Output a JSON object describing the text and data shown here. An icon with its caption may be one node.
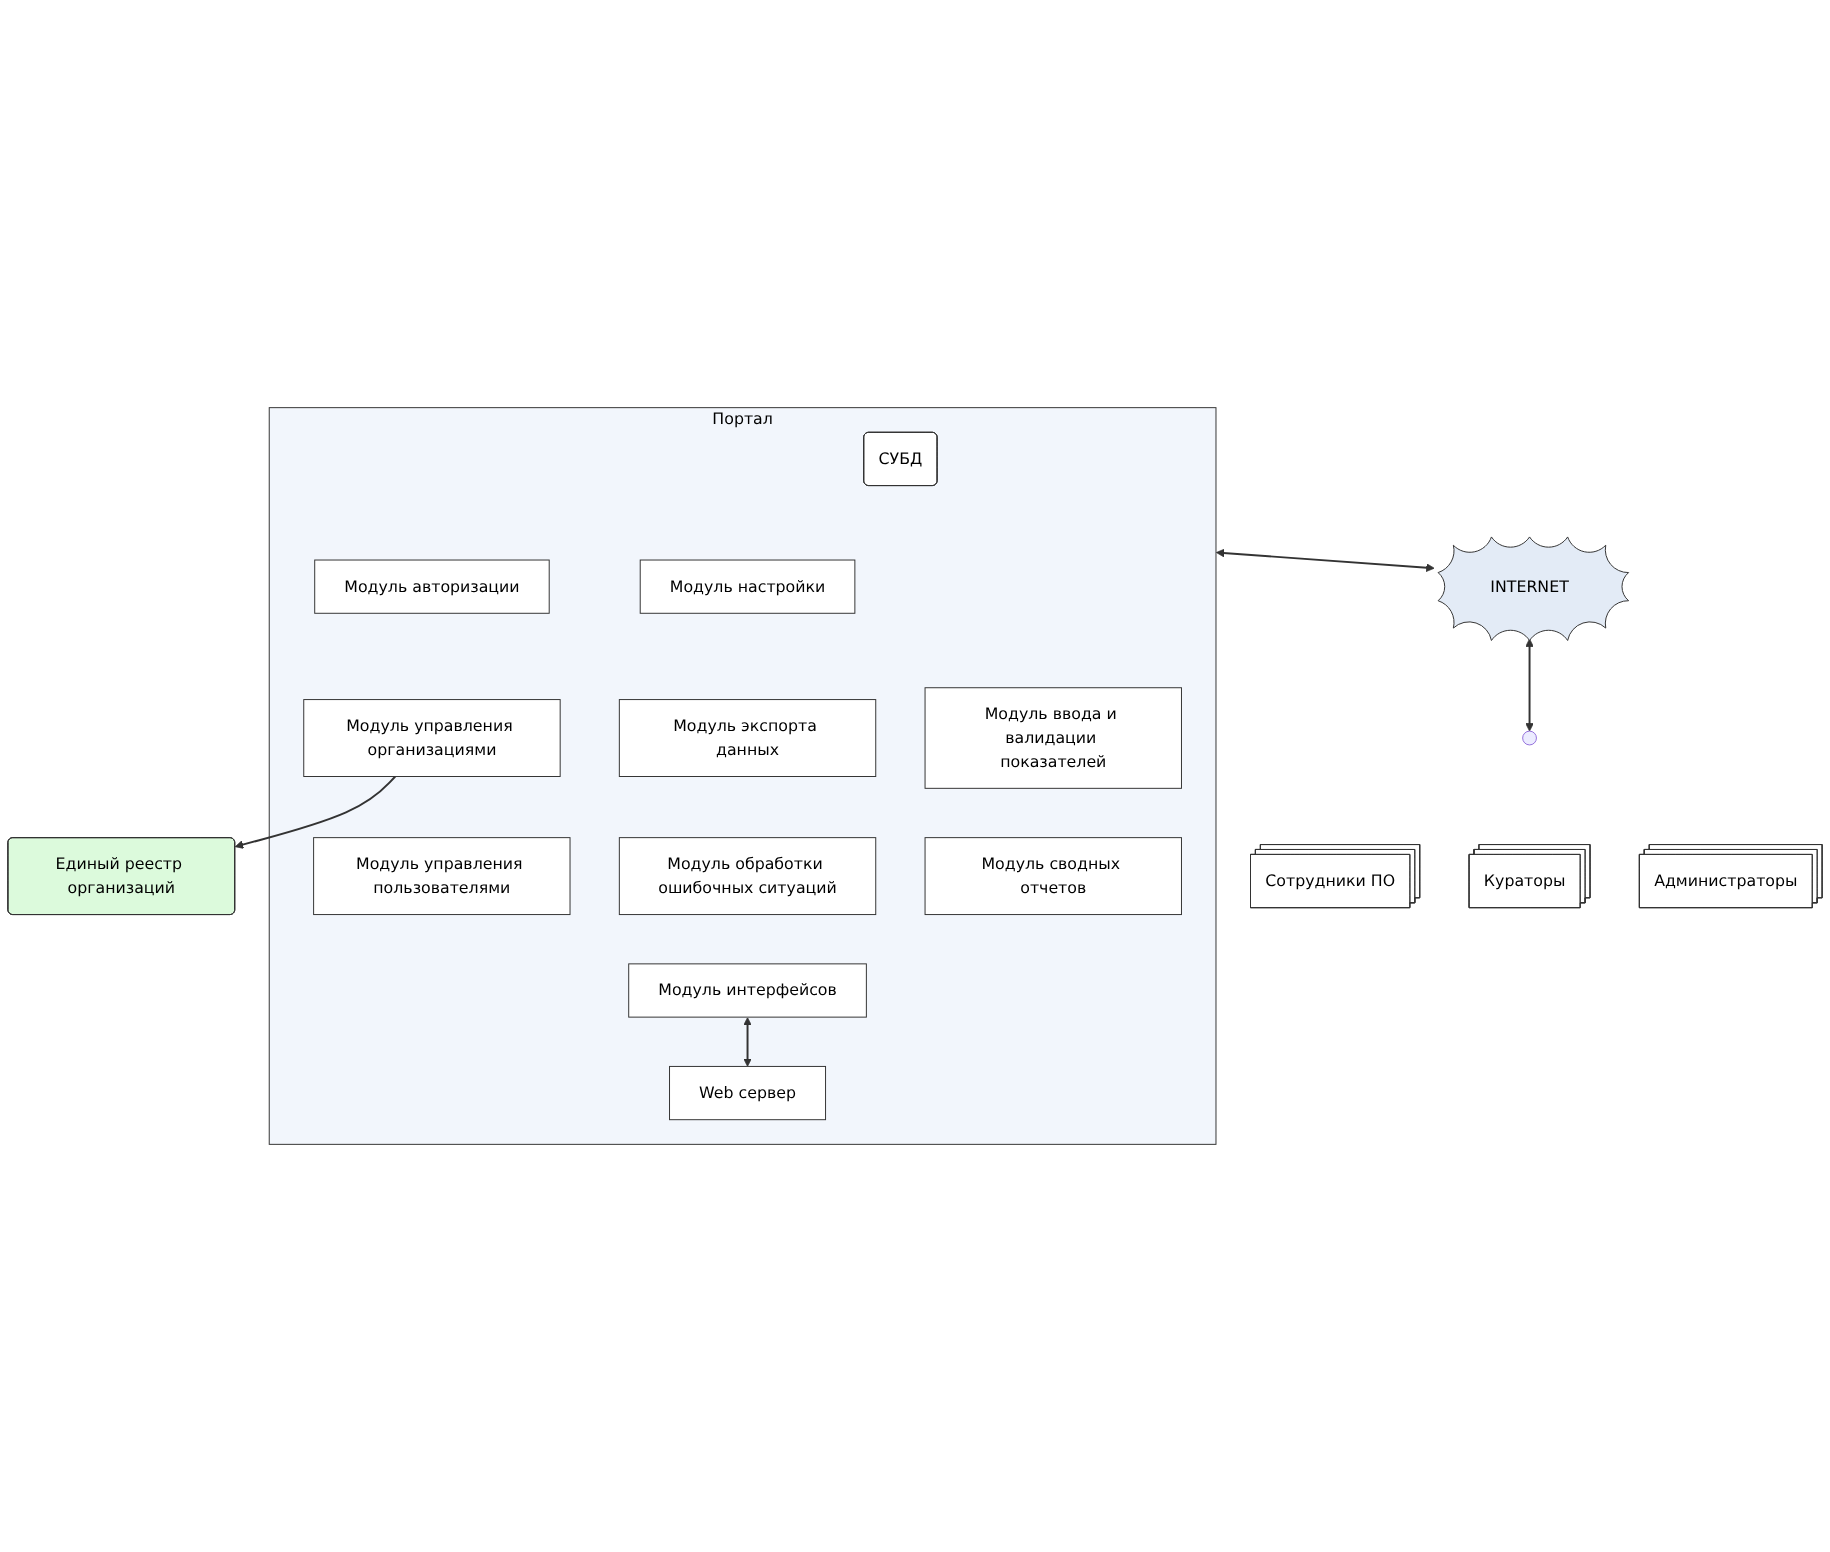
{
  "diagram": {
    "nodes": [
      {
        "text": [
          "Портал"
        ]
      },
      {
        "text": [
          "СУБД"
        ],
        "in": 0
      },
      {
        "text": [
          "Модуль авторизации"
        ],
        "in": 0
      },
      {
        "text": [
          "Модуль настройки"
        ],
        "in": 0
      },
      {
        "text": [
          "Модуль ввода и валидации показателей"
        ],
        "in": 0
      },
      {
        "text": [
          "Модуль управления организациями"
        ],
        "in": 0
      },
      {
        "text": [
          "Модуль экспорта данных"
        ],
        "in": 0
      },
      {
        "text": [
          "Модуль сводных отчетов"
        ],
        "in": 0
      },
      {
        "text": [
          "Модуль управления пользователями"
        ],
        "in": 0
      },
      {
        "text": [
          "Модуль обработки ошибочных ситуаций"
        ],
        "in": 0
      },
      {
        "text": [
          "Модуль интерфейсов"
        ],
        "in": 0
      },
      {
        "text": [
          "Web сервер"
        ],
        "in": 0
      },
      {
        "text": [
          "Единый реестр организаций"
        ]
      },
      {
        "text": [
          "INTERNET"
        ]
      },
      {
        "text": [
          "Сотрудники ПО"
        ]
      },
      {
        "text": [
          "Кураторы"
        ]
      },
      {
        "text": [
          "Администраторы"
        ]
      }
    ],
    "edges": [
      {
        "from": 5,
        "to": 12,
        "arrow": "to"
      },
      {
        "from": 10,
        "to": 11,
        "arrow": "both"
      },
      {
        "from": 0,
        "to": 13,
        "arrow": "both"
      },
      {
        "from": 13,
        "to": null,
        "arrow": "both"
      }
    ]
  }
}
